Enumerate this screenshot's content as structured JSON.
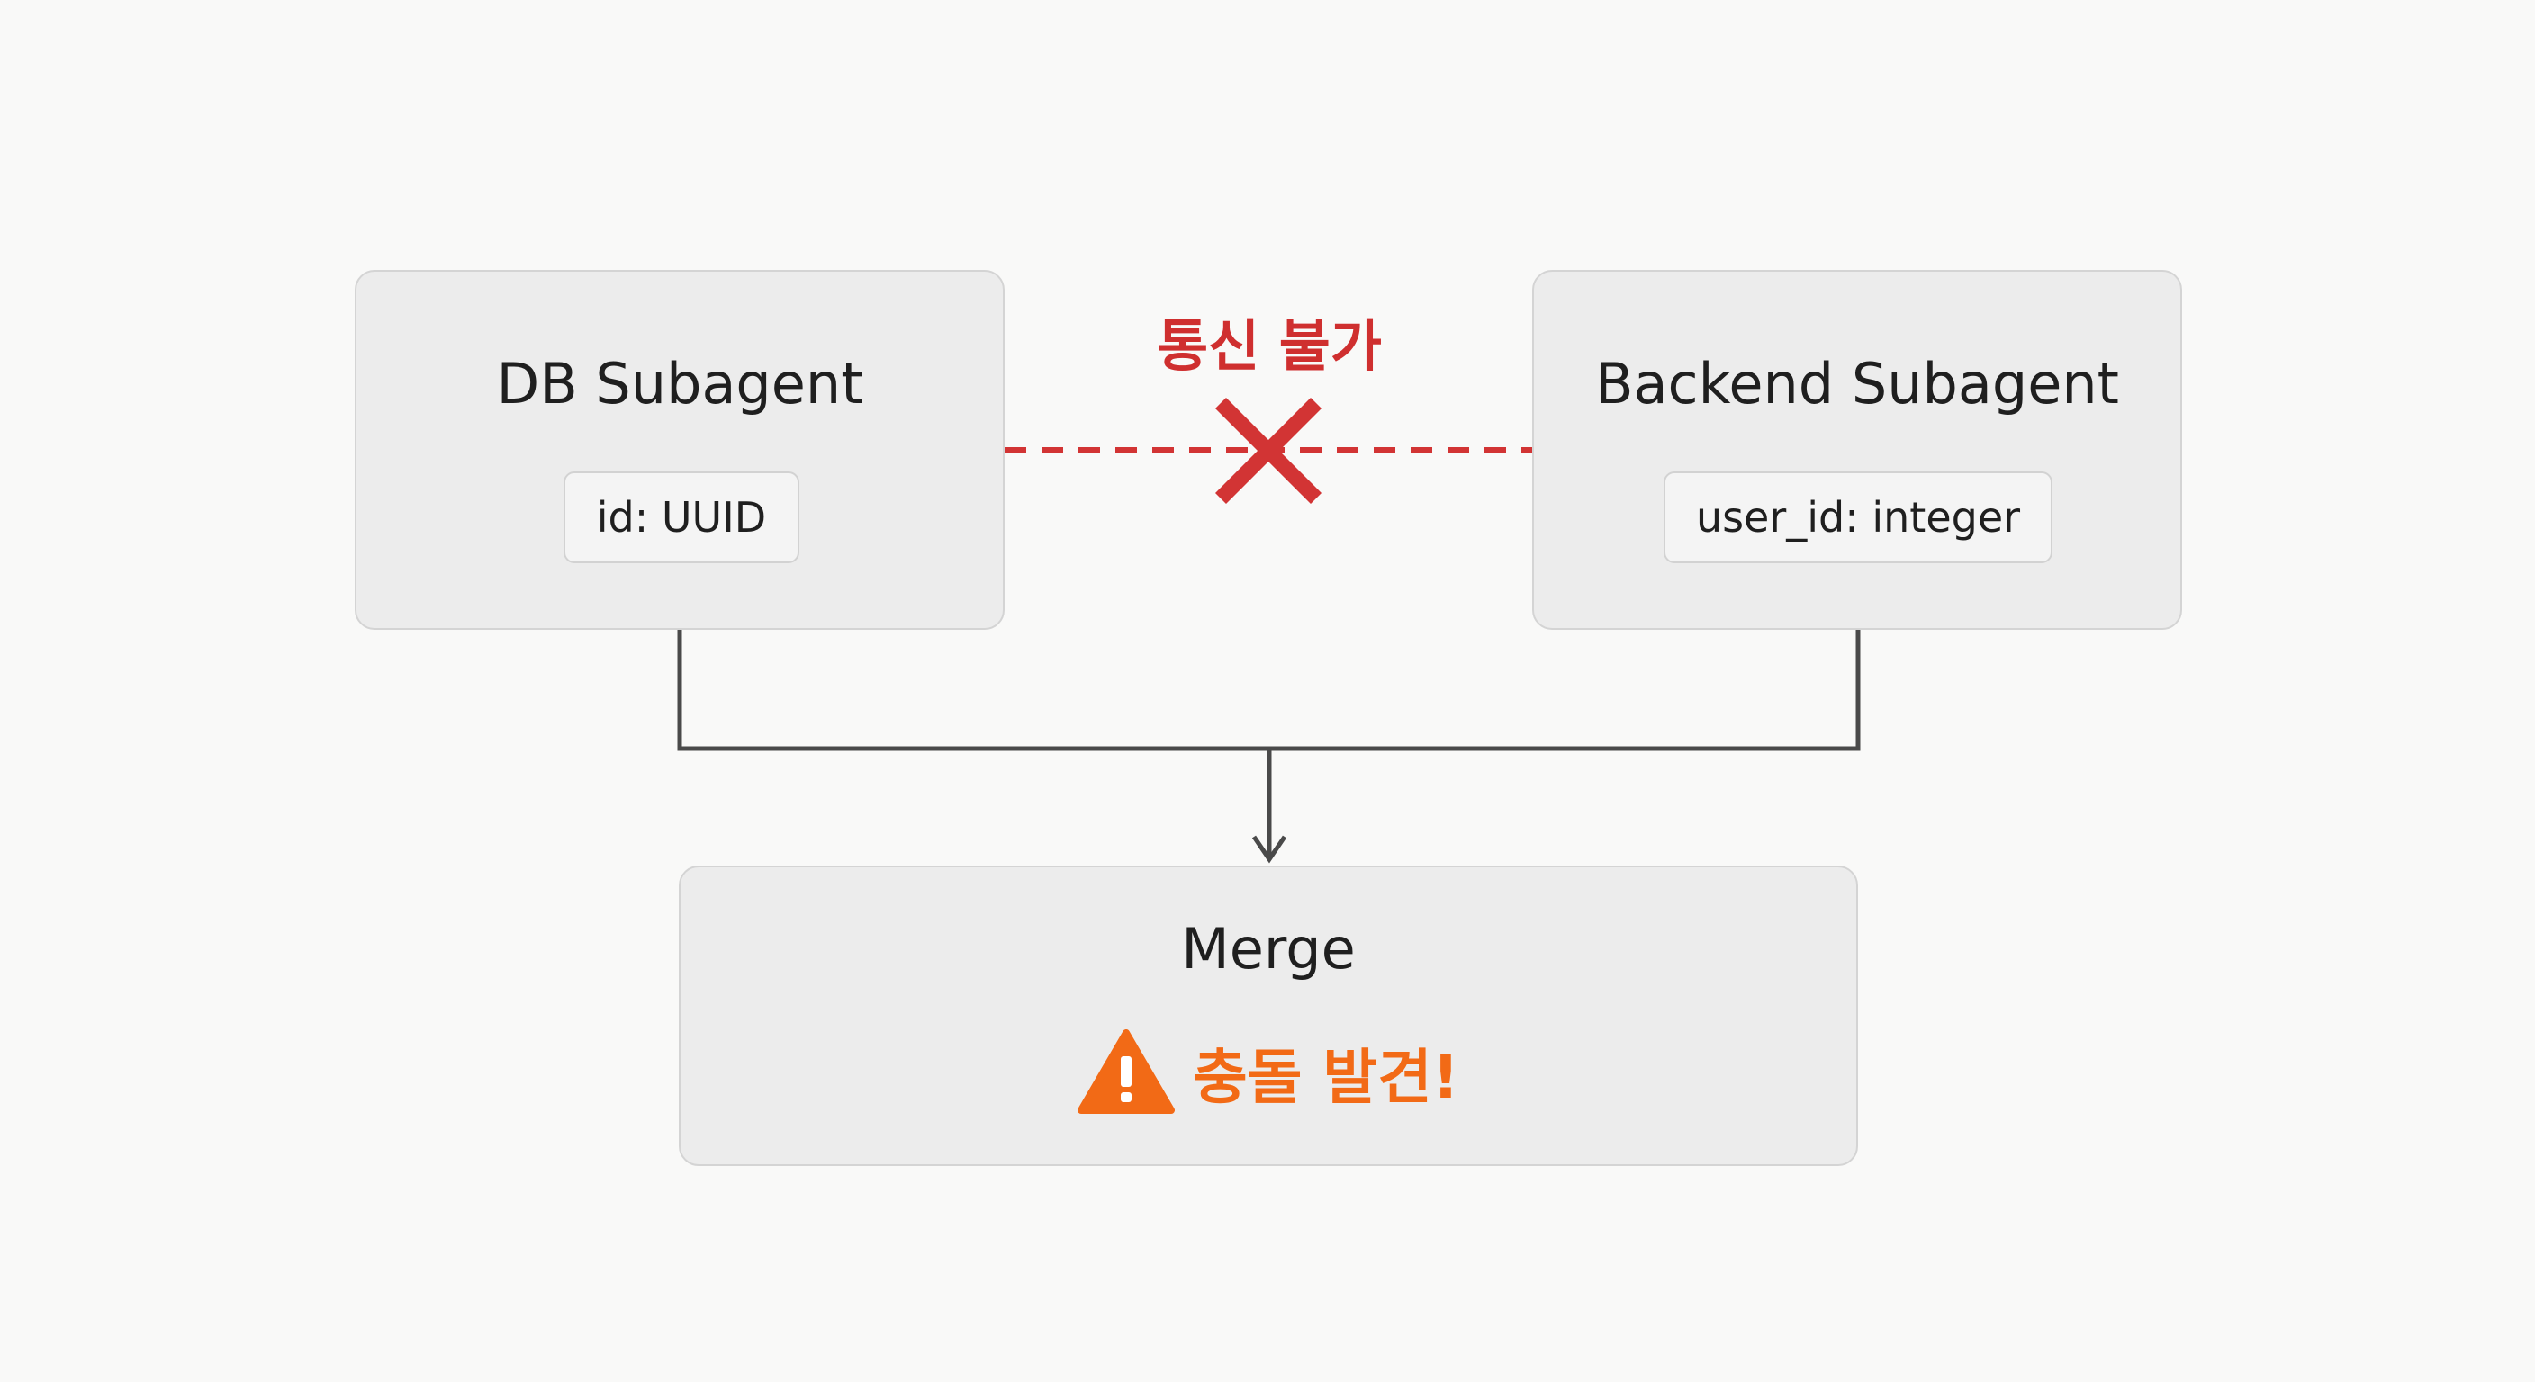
{
  "nodes": {
    "db": {
      "title": "DB Subagent",
      "field": "id: UUID"
    },
    "backend": {
      "title": "Backend Subagent",
      "field": "user_id: integer"
    },
    "merge": {
      "title": "Merge",
      "warning": "충돌 발견!",
      "warning_icon": "warning-triangle-icon"
    }
  },
  "link": {
    "label": "통신 불가",
    "status_icon": "cross-icon",
    "style": "dashed"
  },
  "colors": {
    "background": "#f9f9f8",
    "node_fill": "#ececec",
    "node_border": "#d4d4d4",
    "blocked_link": "#d23434",
    "connector": "#4a4a4a",
    "warning": "#f26a16"
  }
}
